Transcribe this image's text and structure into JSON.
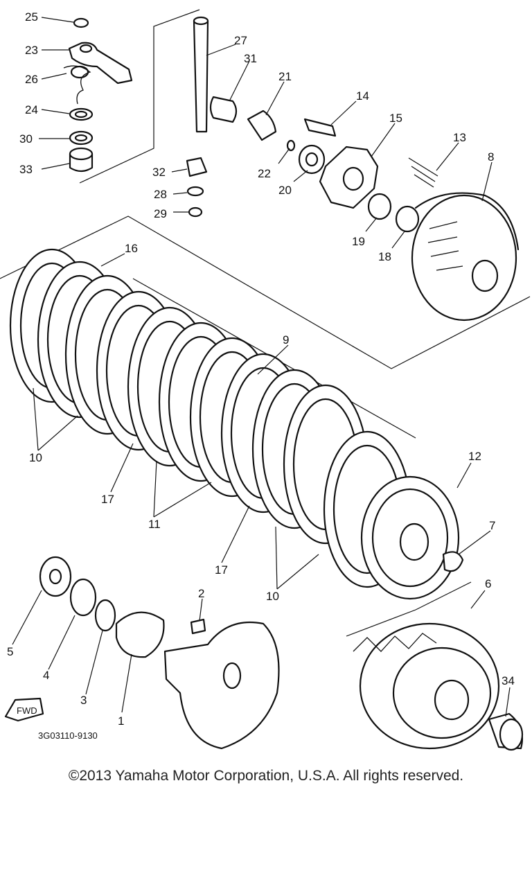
{
  "diagram": {
    "drawing_code": "3G03110-9130",
    "fwd_marker": "FWD",
    "callouts": [
      {
        "label": "1"
      },
      {
        "label": "2"
      },
      {
        "label": "3"
      },
      {
        "label": "4"
      },
      {
        "label": "5"
      },
      {
        "label": "6"
      },
      {
        "label": "7"
      },
      {
        "label": "8"
      },
      {
        "label": "9"
      },
      {
        "label": "10"
      },
      {
        "label": "10"
      },
      {
        "label": "11"
      },
      {
        "label": "12"
      },
      {
        "label": "13"
      },
      {
        "label": "14"
      },
      {
        "label": "15"
      },
      {
        "label": "16"
      },
      {
        "label": "17"
      },
      {
        "label": "17"
      },
      {
        "label": "18"
      },
      {
        "label": "19"
      },
      {
        "label": "20"
      },
      {
        "label": "21"
      },
      {
        "label": "22"
      },
      {
        "label": "23"
      },
      {
        "label": "24"
      },
      {
        "label": "25"
      },
      {
        "label": "26"
      },
      {
        "label": "27"
      },
      {
        "label": "28"
      },
      {
        "label": "29"
      },
      {
        "label": "30"
      },
      {
        "label": "31"
      },
      {
        "label": "32"
      },
      {
        "label": "33"
      },
      {
        "label": "34"
      }
    ]
  },
  "footer": {
    "copyright": "©2013 Yamaha Motor Corporation, U.S.A. All rights reserved."
  }
}
